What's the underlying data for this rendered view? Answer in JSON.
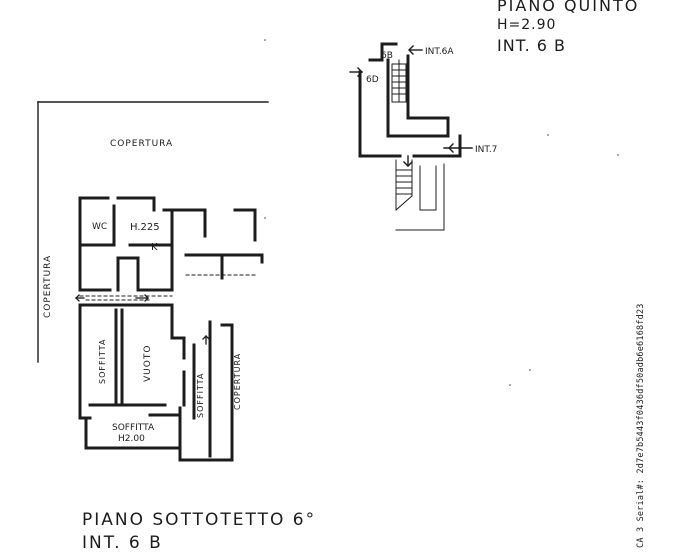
{
  "sheet_title": "PIANO SOTTOTETTO 6°",
  "sheet_unit": "INT. 6 B",
  "top_floor": {
    "title": "PIANO QUINTO",
    "height": "H=2.90",
    "unit": "INT. 6 B"
  },
  "labels": {
    "copertura_top": "COPERTURA",
    "copertura_left": "COPERTURA",
    "copertura_right": "COPERTURA",
    "wc": "WC",
    "room_height": "H.225",
    "kitchen": "K",
    "soffitta_left": "SOFFITTA",
    "vuoto": "VUOTO",
    "soffitta_right": "SOFFITTA",
    "soffitta_bottom": "SOFFITTA",
    "bottom_height": "H2.00",
    "tag_6b": "6B",
    "tag_6d": "6D",
    "tag_int6a": "INT.6A",
    "tag_int7": "INT.7"
  },
  "certificate_code": "CA 3 Serial#: 2d7e7b5443f0436df50adb6e6168fd23"
}
